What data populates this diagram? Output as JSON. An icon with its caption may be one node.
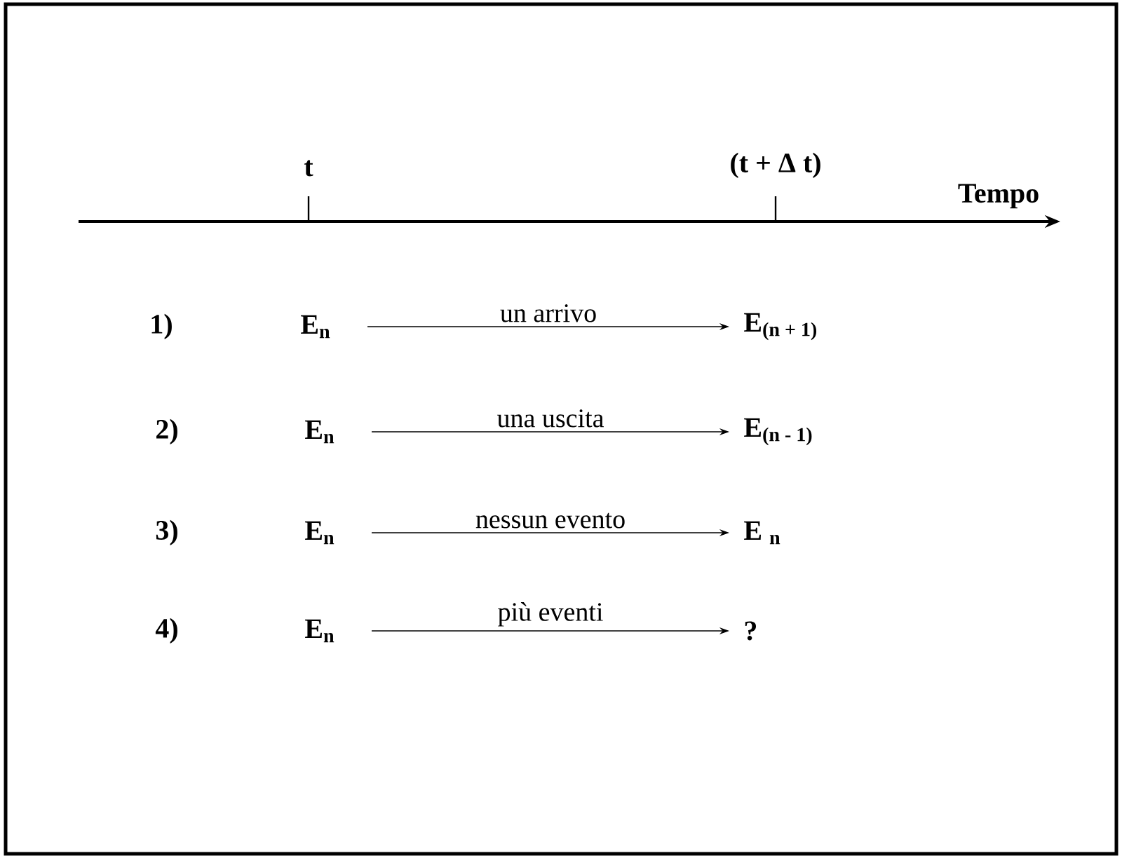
{
  "diagram": {
    "nodes": [
      {
        "text": [
          "E$_{n}$"
        ]
      },
      {
        "text": [
          "E$_{(n + 1)}$"
        ]
      },
      {
        "text": [
          "E$_{n}$"
        ]
      },
      {
        "text": [
          "E$_{(n - 1)}$"
        ]
      },
      {
        "text": [
          "E$_{n}$"
        ]
      },
      {
        "text": [
          "E $_{n}$"
        ]
      },
      {
        "text": [
          "E$_{n}$"
        ]
      },
      {
        "text": [
          "?"
        ]
      }
    ],
    "edges": [
      {
        "from": 0,
        "to": 1,
        "arrow": "to",
        "label": "un arrivo"
      },
      {
        "from": 2,
        "to": 3,
        "arrow": "to",
        "label": "una uscita"
      },
      {
        "from": 4,
        "to": 5,
        "arrow": "to",
        "label": "nessun evento"
      },
      {
        "from": 6,
        "to": 7,
        "arrow": "to",
        "label": "più eventi"
      }
    ],
    "labels": [
      "t",
      "(t + Δ t)",
      "Tempo",
      "1)",
      "2)",
      "3)",
      "4)"
    ]
  }
}
